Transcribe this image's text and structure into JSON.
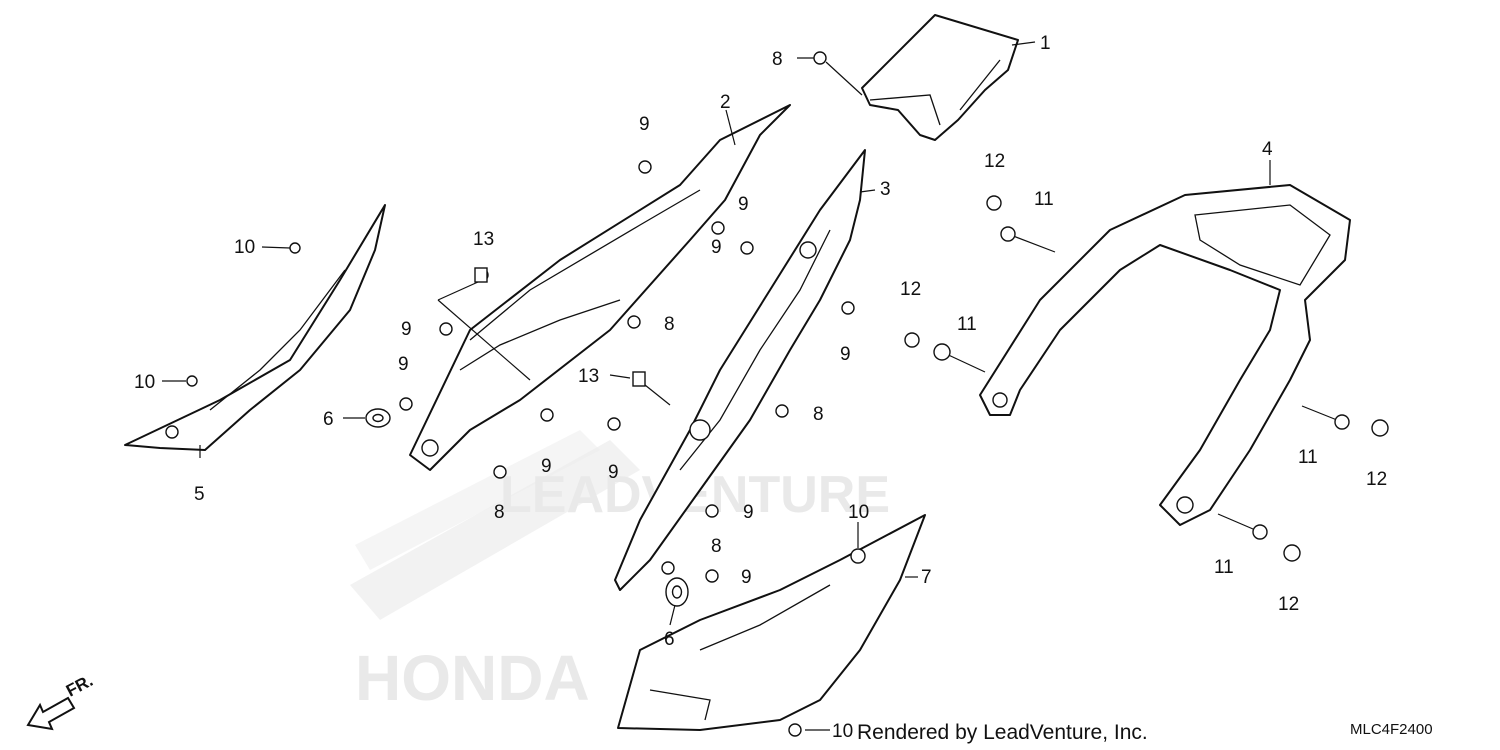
{
  "callouts": {
    "c1": "1",
    "c2": "2",
    "c3": "3",
    "c4": "4",
    "c5": "5",
    "c6a": "6",
    "c6b": "6",
    "c7": "7",
    "c8a": "8",
    "c8b": "8",
    "c8c": "8",
    "c8d": "8",
    "c8e": "8",
    "c9a": "9",
    "c9b": "9",
    "c9c": "9",
    "c9d": "9",
    "c9e": "9",
    "c9f": "9",
    "c9g": "9",
    "c9h": "9",
    "c9i": "9",
    "c9j": "9",
    "c10a": "10",
    "c10b": "10",
    "c10c": "10",
    "c10d": "10",
    "c11a": "11",
    "c11b": "11",
    "c11c": "11",
    "c11d": "11",
    "c12a": "12",
    "c12b": "12",
    "c12c": "12",
    "c12d": "12",
    "c13a": "13",
    "c13b": "13"
  },
  "direction_label": "FR.",
  "watermark": {
    "text": "LEADVENTURE",
    "brand": "HONDA"
  },
  "footer": {
    "rendered_by": "Rendered by LeadVenture, Inc.",
    "diagram_code": "MLC4F2400"
  },
  "colors": {
    "line": "#111111",
    "watermark": "#e9e9e9"
  }
}
